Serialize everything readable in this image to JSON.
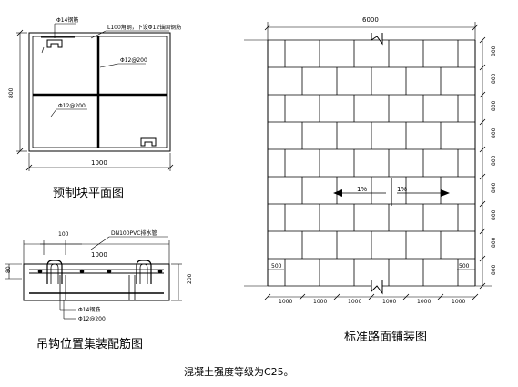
{
  "slab_plan": {
    "caption": "预制块平面图",
    "dim_width": "1000",
    "dim_height": "800",
    "callout_hook": "Φ14钢筋",
    "callout_corner": "L100角钢，下设Φ12锚固钢筋",
    "rebar_label_1": "Φ12@200",
    "rebar_label_2": "Φ12@200"
  },
  "hook_section": {
    "caption": "吊钩位置集装配筋图",
    "dim_100": "100",
    "dim_1000": "1000",
    "dim_80": "80",
    "dim_200": "200",
    "pipe_label": "DN100PVC排水管",
    "bar_label_1": "Φ14钢筋",
    "bar_label_2": "Φ12@200"
  },
  "paving": {
    "caption": "标准路面铺装图",
    "dim_total": "6000",
    "slope_left": "1%",
    "slope_right": "1%",
    "dim_500_left": "500",
    "dim_500_right": "500",
    "bottom_dims": [
      "1000",
      "1000",
      "1000",
      "1000",
      "1000",
      "1000"
    ],
    "right_dims": [
      "800",
      "800",
      "800",
      "800",
      "800",
      "800",
      "800",
      "800",
      "800"
    ]
  },
  "footnote": "混凝土强度等级为C25。"
}
